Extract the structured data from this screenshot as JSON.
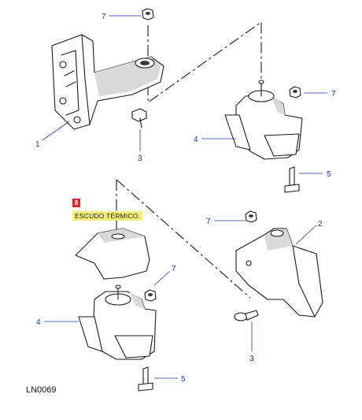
{
  "diagram": {
    "reference_code": "LN0069",
    "note": {
      "icon_glyph": "8",
      "text": "ESCUDO TÉRMICO."
    },
    "callouts": [
      {
        "id": "c7a",
        "label": "7"
      },
      {
        "id": "c1",
        "label": "1"
      },
      {
        "id": "c3a",
        "label": "3"
      },
      {
        "id": "c7b",
        "label": "7"
      },
      {
        "id": "c4a",
        "label": "4"
      },
      {
        "id": "c5a",
        "label": "5"
      },
      {
        "id": "c7c",
        "label": "7"
      },
      {
        "id": "c2",
        "label": "2"
      },
      {
        "id": "c7d",
        "label": "7"
      },
      {
        "id": "c4b",
        "label": "4"
      },
      {
        "id": "c3b",
        "label": "3"
      },
      {
        "id": "c5b",
        "label": "5"
      }
    ],
    "colors": {
      "callout": "#2233aa",
      "note_highlight": "#f3ee7a",
      "note_icon": "#d8262c",
      "ink": "#1a1a1a"
    }
  }
}
